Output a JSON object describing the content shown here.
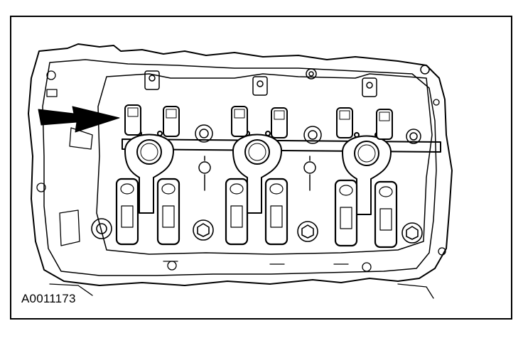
{
  "figure": {
    "id_label": "A0011173",
    "subject": "cylinder-head-rocker-arm-assembly",
    "arrow_direction": "right",
    "line_color": "#000000",
    "background_color": "#ffffff"
  }
}
